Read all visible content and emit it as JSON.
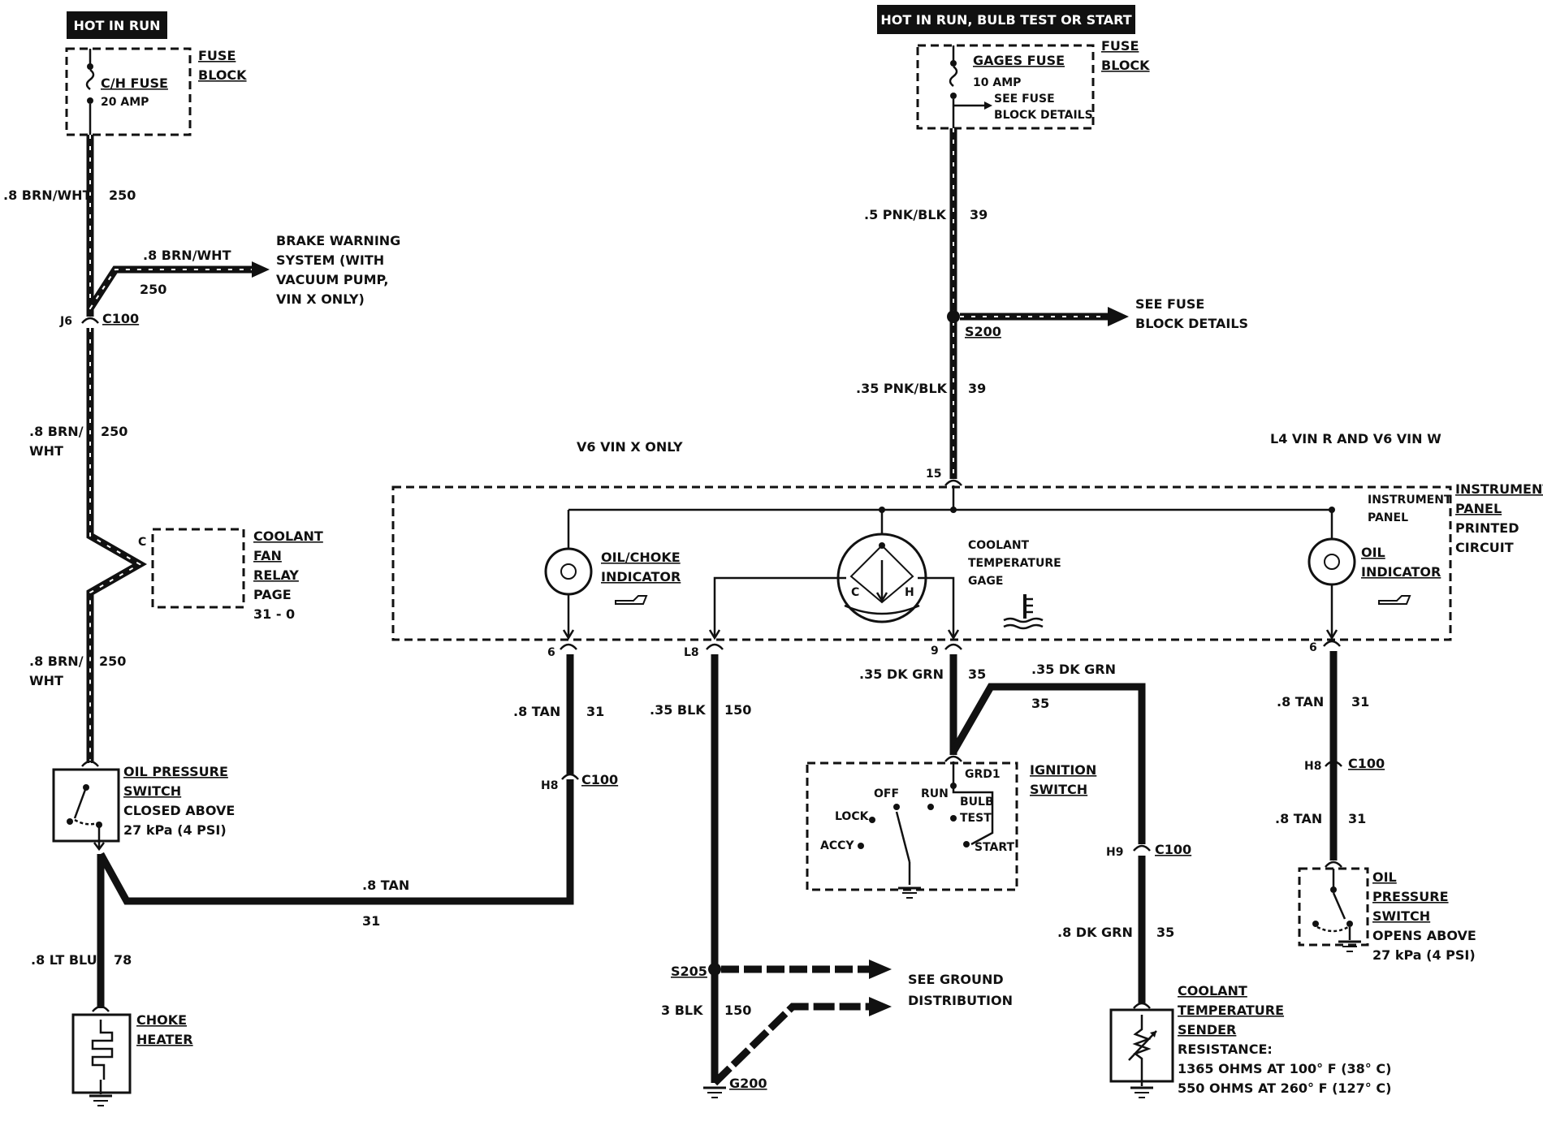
{
  "headers": {
    "left": "HOT IN RUN",
    "right": "HOT IN RUN, BULB TEST OR START"
  },
  "left_fuse": {
    "fuse_name": "C/H FUSE",
    "rating": "20 AMP",
    "block_line1": "FUSE",
    "block_line2": "BLOCK"
  },
  "right_fuse": {
    "fuse_name": "GAGES FUSE",
    "rating": "10 AMP",
    "detail_line1": "SEE FUSE",
    "detail_line2": "BLOCK DETAILS",
    "block_line1": "FUSE",
    "block_line2": "BLOCK"
  },
  "wires": {
    "w1_color": ".8 BRN/WHT",
    "w1_circuit": "250",
    "brake_color": ".8 BRN/WHT",
    "brake_circuit": "250",
    "w2_color_line1": ".8 BRN/",
    "w2_color_line2": "WHT",
    "w2_circuit": "250",
    "w3_color_line1": ".8 BRN/",
    "w3_color_line2": "WHT",
    "w3_circuit": "250",
    "choke_color": ".8 LT BLU",
    "choke_circuit": "78",
    "tan_bottom_color": ".8 TAN",
    "tan_bottom_circuit": "31",
    "tan_mid_color": ".8 TAN",
    "tan_mid_circuit": "31",
    "pnk_top_color": ".5 PNK/BLK",
    "pnk_top_circuit": "39",
    "pnk_low_color": ".35 PNK/BLK",
    "pnk_low_circuit": "39",
    "blk_color": ".35 BLK",
    "blk_circuit": "150",
    "blk3_color": "3 BLK",
    "blk3_circuit": "150",
    "grn_a_color": ".35 DK GRN",
    "grn_a_circuit": "35",
    "grn_b_color": ".35 DK GRN",
    "grn_b_circuit": "35",
    "grn_c_color": ".8 DK GRN",
    "grn_c_circuit": "35",
    "tan_right_color": ".8 TAN",
    "tan_right_circuit": "31",
    "tan_right2_color": ".8 TAN",
    "tan_right2_circuit": "31"
  },
  "brake": {
    "line1": "BRAKE WARNING",
    "line2": "SYSTEM (WITH",
    "line3": "VACUUM PUMP,",
    "line4": "VIN X ONLY)"
  },
  "connectors": {
    "j6": "J6",
    "c100_left": "C100",
    "h8_mid": "H8",
    "c100_mid": "C100",
    "h8_right": "H8",
    "c100_right": "C100",
    "h9": "H9",
    "c100_h9": "C100",
    "pin_15": "15",
    "pin_6_left": "6",
    "pin_l8": "L8",
    "pin_9": "9",
    "pin_6_right": "6",
    "c_label": "C"
  },
  "coolant_relay": {
    "line1": "COOLANT",
    "line2": "FAN",
    "line3": "RELAY",
    "line4": "PAGE",
    "line5": "31 - 0"
  },
  "oil_switch_left": {
    "line1": "OIL PRESSURE",
    "line2": "SWITCH",
    "line3": "CLOSED ABOVE",
    "line4": "27 kPa (4 PSI)"
  },
  "choke_heater": {
    "line1": "CHOKE",
    "line2": "HEATER"
  },
  "splices": {
    "s200": "S200",
    "s200_ref1": "SEE FUSE",
    "s200_ref2": "BLOCK DETAILS",
    "s205": "S205",
    "g200": "G200",
    "ground_ref1": "SEE GROUND",
    "ground_ref2": "DISTRIBUTION"
  },
  "panel": {
    "v6_note": "V6 VIN X ONLY",
    "l4_note": "L4 VIN R AND V6 VIN W",
    "ip_line1": "INSTRUMENT",
    "ip_line2": "PANEL",
    "ipc_line1": "INSTRUMENT",
    "ipc_line2": "PANEL",
    "ipc_line3": "PRINTED",
    "ipc_line4": "CIRCUIT",
    "oil_choke_line1": "OIL/CHOKE",
    "oil_choke_line2": "INDICATOR",
    "gage_line1": "COOLANT",
    "gage_line2": "TEMPERATURE",
    "gage_line3": "GAGE",
    "gage_c": "C",
    "gage_h": "H",
    "oil_ind_line1": "OIL",
    "oil_ind_line2": "INDICATOR"
  },
  "ignition": {
    "title_line1": "IGNITION",
    "title_line2": "SWITCH",
    "grd1": "GRD1",
    "off": "OFF",
    "run": "RUN",
    "lock": "LOCK",
    "accy": "ACCY",
    "bulb": "BULB",
    "test": "TEST",
    "start": "START"
  },
  "oil_switch_right": {
    "line1": "OIL",
    "line2": "PRESSURE",
    "line3": "SWITCH",
    "line4": "OPENS ABOVE",
    "line5": "27 kPa (4 PSI)"
  },
  "sender": {
    "line1": "COOLANT",
    "line2": "TEMPERATURE",
    "line3": "SENDER",
    "line4": "RESISTANCE:",
    "line5": "1365 OHMS AT  100° F (38° C)",
    "line6": "550 OHMS AT 260° F (127° C)"
  }
}
